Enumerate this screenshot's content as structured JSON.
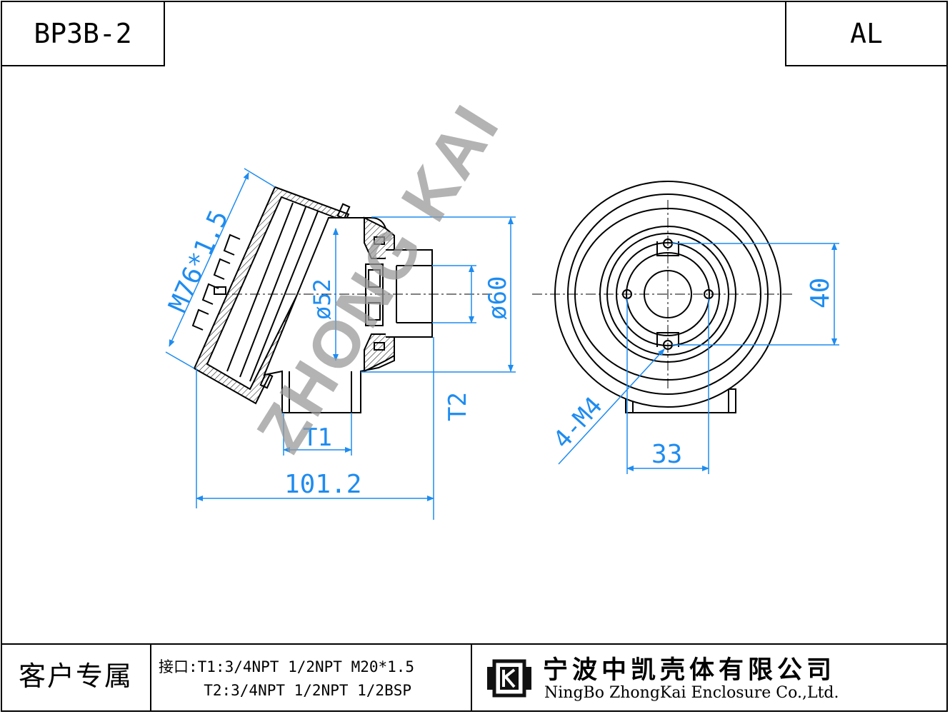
{
  "header": {
    "model": "BP3B-2",
    "material": "AL"
  },
  "watermark": "ZHONG KAI",
  "dimensions": {
    "thread": "M76*1.5",
    "inner_diameter": "ø52",
    "outer_diameter": "ø60",
    "port_t1": "T1",
    "port_t2": "T2",
    "total_length": "101.2",
    "mount_holes": "4-M4",
    "hole_spacing_h": "33",
    "hole_spacing_v": "40"
  },
  "footer": {
    "customer_label": "客户专属",
    "spec_line1": "接口:T1:3/4NPT 1/2NPT M20*1.5",
    "spec_line2": "     T2:3/4NPT 1/2NPT 1/2BSP",
    "company_cn": "宁波中凯壳体有限公司",
    "company_en": "NingBo ZhongKai Enclosure Co.,Ltd."
  },
  "colors": {
    "dimension": "#1e8cf0",
    "line": "#000000",
    "watermark": "#9a9a9a"
  }
}
